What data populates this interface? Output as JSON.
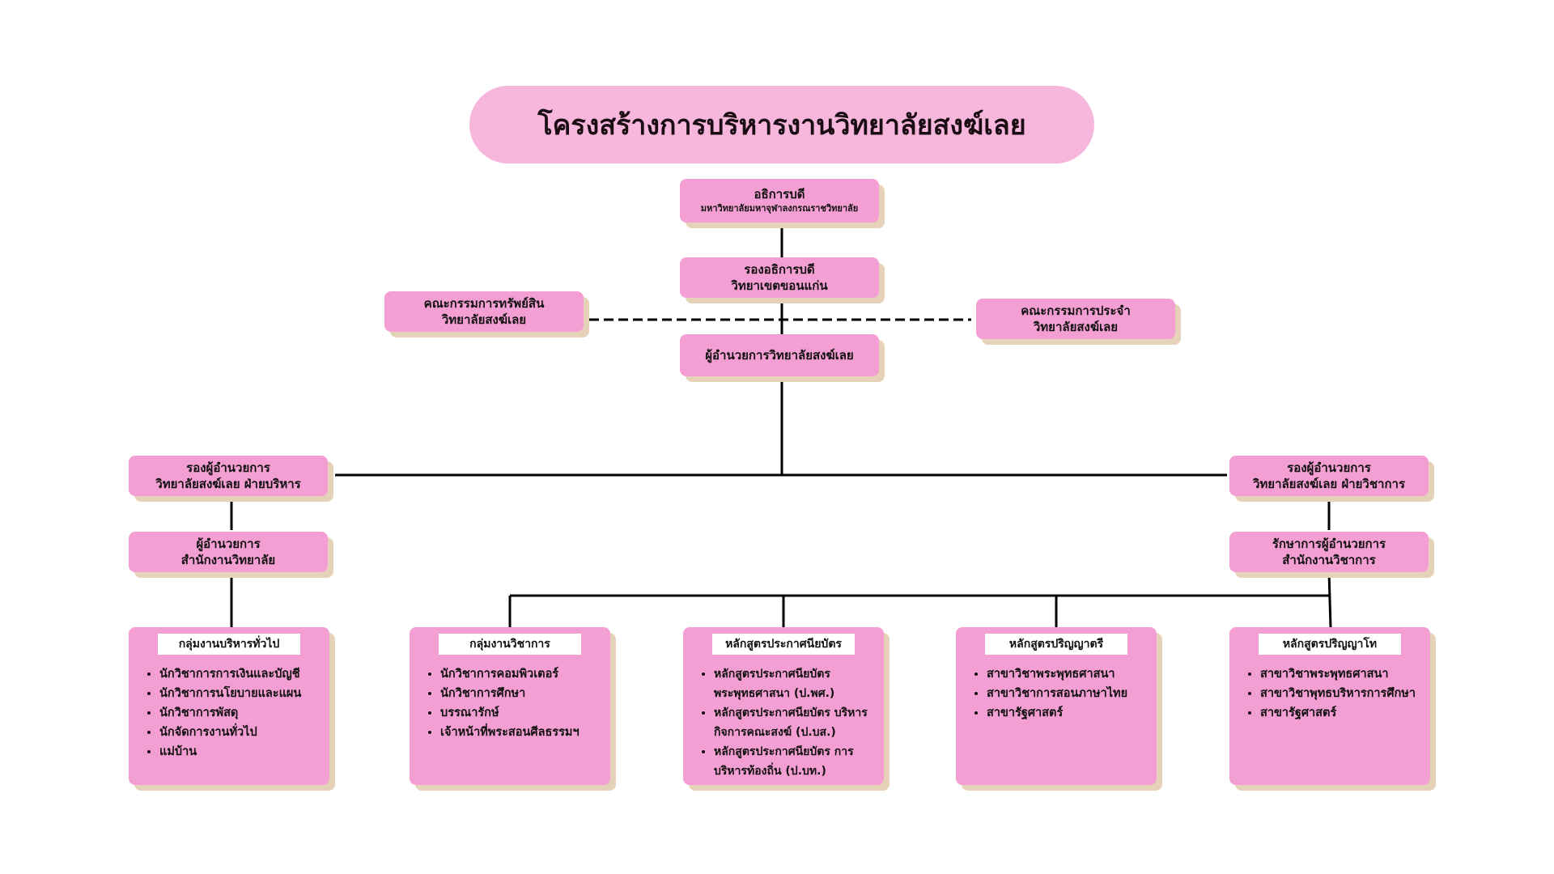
{
  "title": "โครงสร้างการบริหารงานวิทยาลัยสงฆ์เลย",
  "nodes": {
    "rector": {
      "line1": "อธิการบดี",
      "line2": "มหาวิทยาลัยมหาจุฬาลงกรณราชวิทยาลัย"
    },
    "vice_rector": {
      "line1": "รองอธิการบดี",
      "line2": "วิทยาเขตขอนแก่น"
    },
    "asset_committee": {
      "line1": "คณะกรรมการทรัพย์สิน",
      "line2": "วิทยาลัยสงฆ์เลย"
    },
    "standing_committee": {
      "line1": "คณะกรรมการประจำ",
      "line2": "วิทยาลัยสงฆ์เลย"
    },
    "director": {
      "line1": "ผู้อำนวยการวิทยาลัยสงฆ์เลย"
    },
    "deputy_admin": {
      "line1": "รองผู้อำนวยการ",
      "line2": "วิทยาลัยสงฆ์เลย ฝ่ายบริหาร"
    },
    "deputy_academic": {
      "line1": "รองผู้อำนวยการ",
      "line2": "วิทยาลัยสงฆ์เลย ฝ่ายวิชาการ"
    },
    "office_director": {
      "line1": "ผู้อำนวยการ",
      "line2": "สำนักงานวิทยาลัย"
    },
    "acting_academic_director": {
      "line1": "รักษาการผู้อำนวยการ",
      "line2": "สำนักงานวิชาการ"
    }
  },
  "cards": [
    {
      "title": "กลุ่มงานบริหารทั่วไป",
      "items": [
        "นักวิชาการการเงินและบัญชี",
        "นักวิชาการนโยบายและแผน",
        "นักวิชาการพัสดุ",
        "นักจัดการงานทั่วไป",
        "แม่บ้าน"
      ]
    },
    {
      "title": "กลุ่มงานวิชาการ",
      "items": [
        "นักวิชาการคอมพิวเตอร์",
        "นักวิชาการศึกษา",
        "บรรณารักษ์",
        "เจ้าหน้าที่พระสอนศีลธรรมฯ"
      ]
    },
    {
      "title": "หลักสูตรประกาศนียบัตร",
      "items": [
        "หลักสูตรประกาศนียบัตร พระพุทธศาสนา (ป.พศ.)",
        "หลักสูตรประกาศนียบัตร บริหารกิจการคณะสงฆ์ (ป.บส.)",
        "หลักสูตรประกาศนียบัตร การบริหารท้องถิ่น (ป.บท.)"
      ]
    },
    {
      "title": "หลักสูตรปริญญาตรี",
      "items": [
        "สาขาวิชาพระพุทธศาสนา",
        "สาขาวิชาการสอนภาษาไทย",
        "สาขารัฐศาสตร์"
      ]
    },
    {
      "title": "หลักสูตรปริญญาโท",
      "items": [
        "สาขาวิชาพระพุทธศาสนา",
        "สาขาวิชาพุทธบริหารการศึกษา",
        "สาขารัฐศาสตร์"
      ]
    }
  ]
}
